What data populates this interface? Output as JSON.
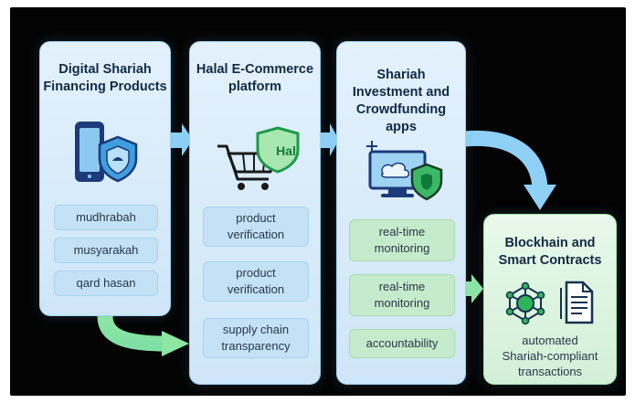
{
  "columns": [
    {
      "title": "Digital Shariah Financing Products",
      "title_lines": [
        "Digital Shariah",
        "Financing Products"
      ],
      "icon": "phone-shield-icon",
      "items": [
        "mudhrabah",
        "musyarakah",
        "qard hasan"
      ]
    },
    {
      "title": "Halal E-Commerce platform",
      "title_lines": [
        "Halal E-Commerce",
        "platform"
      ],
      "icon": "shopping-cart-icon",
      "badge": "Hal",
      "items": [
        [
          "product",
          "verification"
        ],
        [
          "product",
          "verification"
        ],
        [
          "supply chain",
          "transparency"
        ]
      ]
    },
    {
      "title": "Shariah Investment and Crowdfunding apps",
      "title_lines": [
        "Shariah",
        "Investment and",
        "Crowdfunding",
        "apps"
      ],
      "icon": "monitor-shield-icon",
      "items": [
        [
          "real-time",
          "monitoring"
        ],
        [
          "real-time",
          "monitoring"
        ],
        [
          "accountability"
        ]
      ]
    },
    {
      "title": "Blockhain and Smart Contracts",
      "title_lines": [
        "Blockhain and",
        "Smart Contracts"
      ],
      "icons": [
        "blockchain-network-icon",
        "contract-document-icon"
      ],
      "caption_lines": [
        "automated",
        "Shariah-compliant",
        "transactions"
      ]
    }
  ],
  "colors": {
    "background": "#030303",
    "blue_card": "#d6eaf9",
    "green_card": "#daf3dd",
    "blue_arrow": "#8fd0f6",
    "green_arrow": "#8ee6a2",
    "title_text": "#122a44"
  }
}
